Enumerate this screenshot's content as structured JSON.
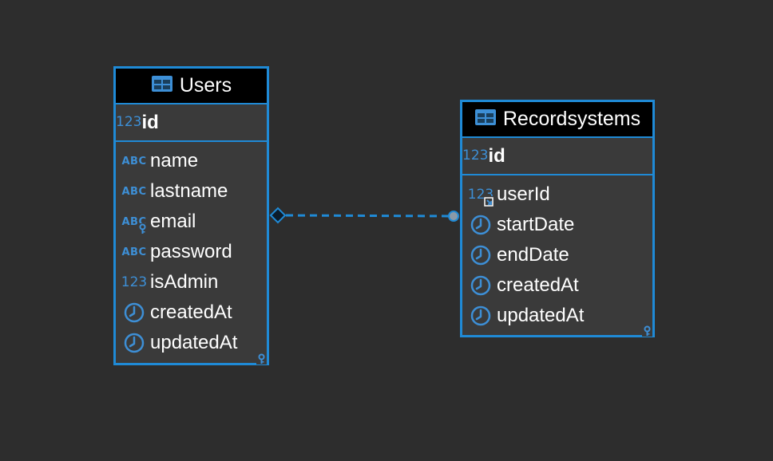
{
  "colors": {
    "background": "#2d2d2d",
    "accent": "#1f8ad6",
    "header": "#000000",
    "body": "#3a3a3a",
    "text": "#ffffff",
    "icon": "#3d8fd6"
  },
  "entities": [
    {
      "title": "Users",
      "pk": {
        "name": "id",
        "type_icon": "numeric-key-icon"
      },
      "columns": [
        {
          "name": "name",
          "type_icon": "string-icon"
        },
        {
          "name": "lastname",
          "type_icon": "string-icon"
        },
        {
          "name": "email",
          "type_icon": "string-key-icon"
        },
        {
          "name": "password",
          "type_icon": "string-icon"
        },
        {
          "name": "isAdmin",
          "type_icon": "numeric-icon"
        },
        {
          "name": "createdAt",
          "type_icon": "clock-icon"
        },
        {
          "name": "updatedAt",
          "type_icon": "clock-icon"
        }
      ]
    },
    {
      "title": "Recordsystems",
      "pk": {
        "name": "id",
        "type_icon": "numeric-key-icon"
      },
      "columns": [
        {
          "name": "userId",
          "type_icon": "numeric-foreign-key-icon"
        },
        {
          "name": "startDate",
          "type_icon": "clock-icon"
        },
        {
          "name": "endDate",
          "type_icon": "clock-icon"
        },
        {
          "name": "createdAt",
          "type_icon": "clock-icon"
        },
        {
          "name": "updatedAt",
          "type_icon": "clock-icon"
        }
      ]
    }
  ],
  "relationship": {
    "from": "Users",
    "to": "Recordsystems",
    "style": "dashed"
  }
}
